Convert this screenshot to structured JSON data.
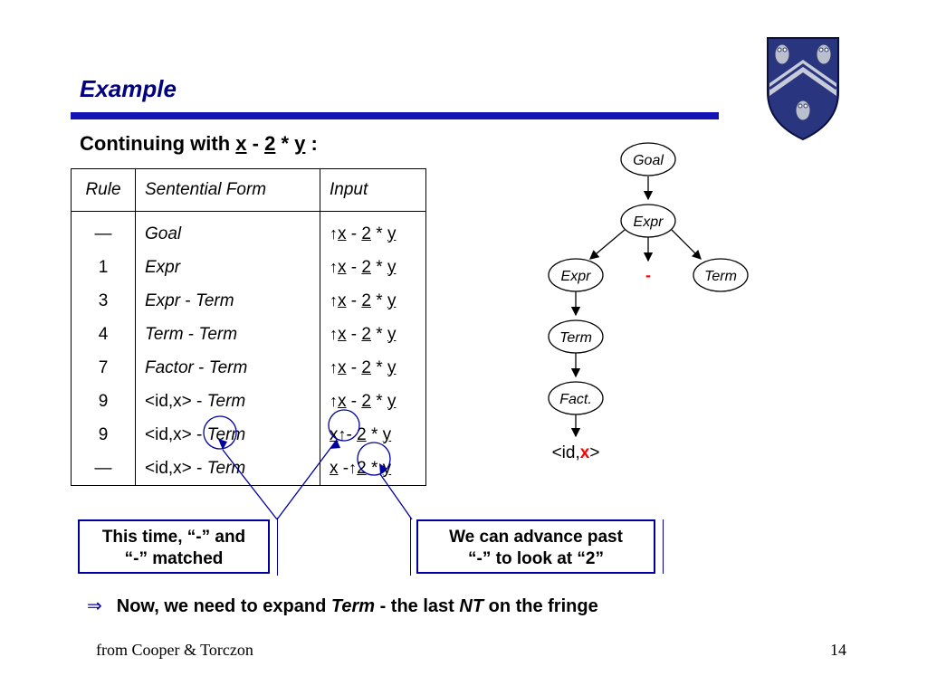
{
  "slide": {
    "title": "Example",
    "subtitle_prefix": "Continuing with ",
    "expr": {
      "x": "x",
      "minus": " - ",
      "two": "2",
      "times": " * ",
      "y": "y",
      "colon": " :"
    }
  },
  "table": {
    "headers": {
      "rule": "Rule",
      "form": "Sentential Form",
      "input": "Input"
    },
    "rows": [
      {
        "rule": "—",
        "form": [
          {
            "t": "Goal",
            "i": true
          }
        ]
      },
      {
        "rule": "1",
        "form": [
          {
            "t": "Expr",
            "i": true
          }
        ]
      },
      {
        "rule": "3",
        "form": [
          {
            "t": "Expr",
            "i": true
          },
          {
            "t": " - ",
            "i": false
          },
          {
            "t": "Term",
            "i": true
          }
        ]
      },
      {
        "rule": "4",
        "form": [
          {
            "t": "Term",
            "i": true
          },
          {
            "t": " - ",
            "i": false
          },
          {
            "t": "Term",
            "i": true
          }
        ]
      },
      {
        "rule": "7",
        "form": [
          {
            "t": "Factor",
            "i": true
          },
          {
            "t": " - ",
            "i": false
          },
          {
            "t": "Term",
            "i": true
          }
        ]
      },
      {
        "rule": "9",
        "form": [
          {
            "t": "<id,x>",
            "i": false
          },
          {
            "t": " - ",
            "i": false
          },
          {
            "t": "Term",
            "i": true
          }
        ]
      },
      {
        "rule": "9",
        "form": [
          {
            "t": "<id,x>",
            "i": false
          },
          {
            "t": " - ",
            "i": false
          },
          {
            "t": "Term",
            "i": true
          }
        ]
      },
      {
        "rule": "—",
        "form": [
          {
            "t": "<id,x>",
            "i": false
          },
          {
            "t": " - ",
            "i": false
          },
          {
            "t": "Term",
            "i": true
          }
        ]
      }
    ],
    "cursor_positions": [
      0,
      0,
      0,
      0,
      0,
      0,
      1,
      2
    ],
    "tokens": [
      "x",
      "-",
      "2",
      "*",
      "y"
    ],
    "cursor_glyph": "↑"
  },
  "tree": {
    "goal": "Goal",
    "expr_top": "Expr",
    "expr_left": "Expr",
    "minus": "-",
    "term_right": "Term",
    "term_mid": "Term",
    "factor": "Fact.",
    "leaf_prefix": "<id,",
    "leaf_x": "x",
    "leaf_suffix": ">"
  },
  "callouts": {
    "left_line1": "This time, “-” and",
    "left_line2": "“-” matched",
    "right_line1": "We can advance past",
    "right_line2": "“-” to look at “2”"
  },
  "bullet": {
    "symbol": "⇒",
    "part1": "Now, we need to expand ",
    "term": "Term",
    "part2": " - the last ",
    "nt": "NT",
    "part3": " on the fringe"
  },
  "footer": {
    "source": "from Cooper & Torczon",
    "page": "14"
  },
  "colors": {
    "title": "#000080",
    "rule_bar": "#1414b4",
    "callout_border": "#0000a0",
    "tree_red": "#ff0000"
  },
  "icons": {
    "crest": "rice-university-crest-icon"
  }
}
